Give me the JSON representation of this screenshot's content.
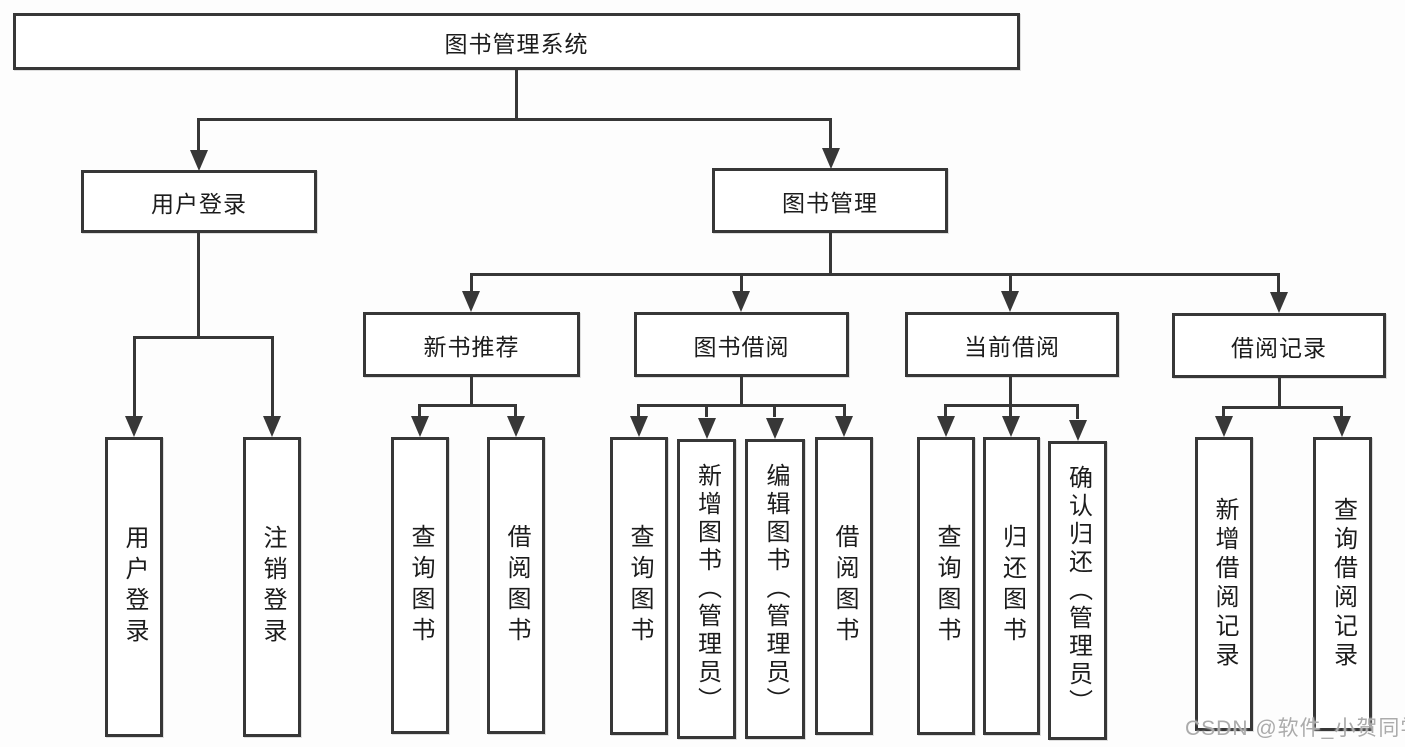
{
  "diagram_title": "图书管理系统",
  "nodes": {
    "root": "图书管理系统",
    "level2": {
      "userLogin": "用户登录",
      "bookMgmt": "图书管理"
    },
    "level3": {
      "newBookRec": "新书推荐",
      "bookBorrow": "图书借阅",
      "currentBorrow": "当前借阅",
      "borrowRecords": "借阅记录"
    },
    "leaves": {
      "userLogin": "用户登录",
      "logout": "注销登录",
      "queryBooksRec": "查询图书",
      "borrowBooksRec": "借阅图书",
      "queryBooksBorrow": "查询图书",
      "addBooks": "新增图书（管理员）",
      "editBooks": "编辑图书（管理员）",
      "borrowBooksBorrow": "借阅图书",
      "queryBooksCurrent": "查询图书",
      "returnBooks": "归还图书",
      "confirmReturn": "确认归还（管理员）",
      "addBorrowRecord": "新增借阅记录",
      "queryBorrowRecord": "查询借阅记录"
    }
  },
  "watermark": "CSDN @软件_小贺同学",
  "colors": {
    "line": "#373737",
    "box_border": "#373737",
    "text": "#1c1c1c",
    "watermark": "#ababab",
    "background": "#fdfdfd"
  }
}
